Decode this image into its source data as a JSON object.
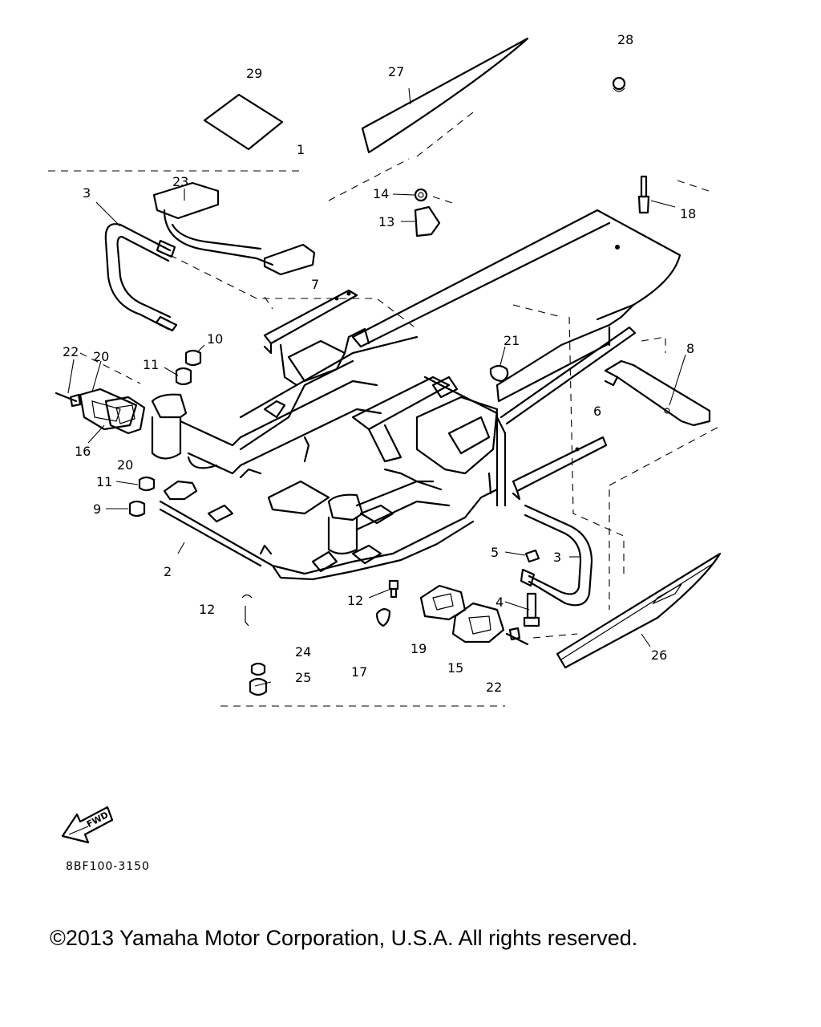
{
  "diagram": {
    "callouts": [
      {
        "id": "c29",
        "label": "29"
      },
      {
        "id": "c27",
        "label": "27"
      },
      {
        "id": "c28",
        "label": "28"
      },
      {
        "id": "c1",
        "label": "1"
      },
      {
        "id": "c23",
        "label": "23"
      },
      {
        "id": "c3a",
        "label": "3"
      },
      {
        "id": "c14",
        "label": "14"
      },
      {
        "id": "c13",
        "label": "13"
      },
      {
        "id": "c18",
        "label": "18"
      },
      {
        "id": "c7",
        "label": "7"
      },
      {
        "id": "c10",
        "label": "10"
      },
      {
        "id": "c22a",
        "label": "22"
      },
      {
        "id": "c20a",
        "label": "20"
      },
      {
        "id": "c11a",
        "label": "11"
      },
      {
        "id": "c21",
        "label": "21"
      },
      {
        "id": "c8",
        "label": "8"
      },
      {
        "id": "c16",
        "label": "16"
      },
      {
        "id": "c6",
        "label": "6"
      },
      {
        "id": "c20b",
        "label": "20"
      },
      {
        "id": "c11b",
        "label": "11"
      },
      {
        "id": "c9",
        "label": "9"
      },
      {
        "id": "c5",
        "label": "5"
      },
      {
        "id": "c3b",
        "label": "3"
      },
      {
        "id": "c2",
        "label": "2"
      },
      {
        "id": "c12a",
        "label": "12"
      },
      {
        "id": "c12b",
        "label": "12"
      },
      {
        "id": "c4",
        "label": "4"
      },
      {
        "id": "c24",
        "label": "24"
      },
      {
        "id": "c17",
        "label": "17"
      },
      {
        "id": "c19",
        "label": "19"
      },
      {
        "id": "c15",
        "label": "15"
      },
      {
        "id": "c26",
        "label": "26"
      },
      {
        "id": "c25",
        "label": "25"
      },
      {
        "id": "c22b",
        "label": "22"
      }
    ],
    "fwd_label": "FWD",
    "drawing_code": "8BF100-3150"
  },
  "footer": {
    "copyright": "©2013 Yamaha Motor Corporation, U.S.A. All rights reserved."
  }
}
